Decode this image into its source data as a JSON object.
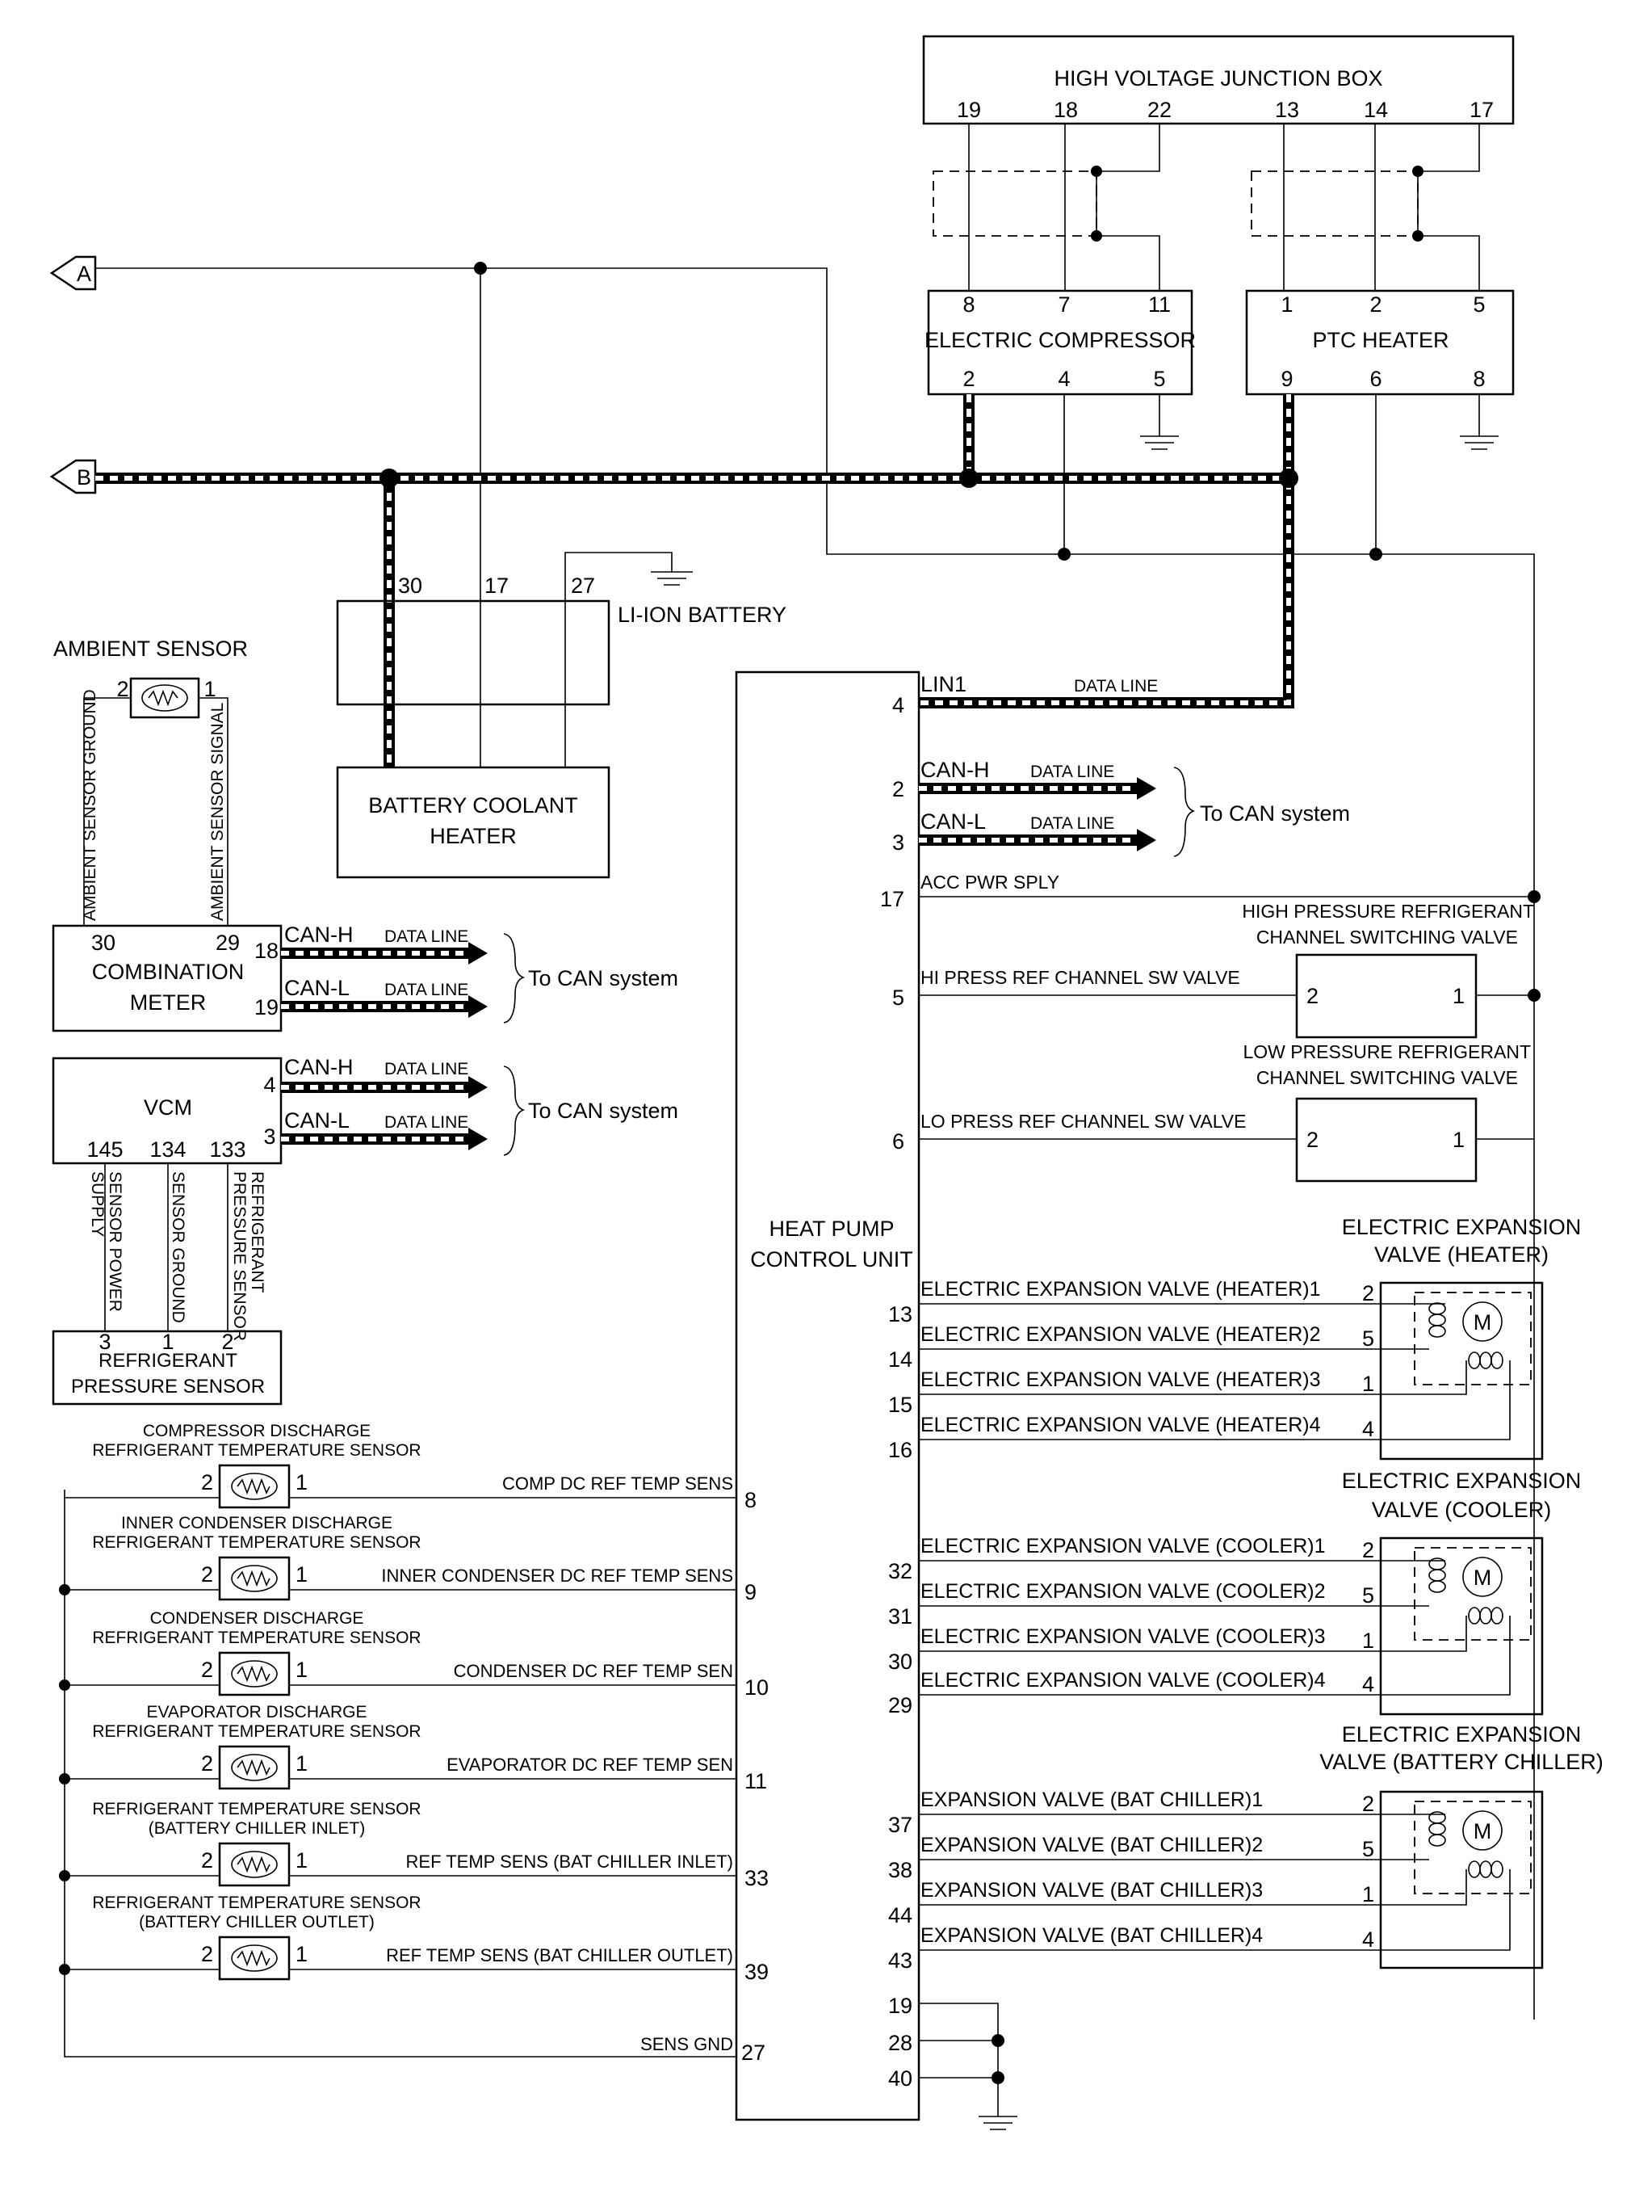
{
  "connectors": {
    "a": "A",
    "b": "B"
  },
  "hvjb": {
    "title": "HIGH VOLTAGE JUNCTION BOX",
    "pins": [
      "19",
      "18",
      "22",
      "13",
      "14",
      "17"
    ]
  },
  "compressor": {
    "title": "ELECTRIC COMPRESSOR",
    "top_pins": [
      "8",
      "7",
      "11"
    ],
    "bottom_pins": [
      "2",
      "4",
      "5"
    ]
  },
  "ptc": {
    "title": "PTC HEATER",
    "top_pins": [
      "1",
      "2",
      "5"
    ],
    "bottom_pins": [
      "9",
      "6",
      "8"
    ]
  },
  "battery": {
    "title": "LI-ION BATTERY",
    "pins": [
      "30",
      "17",
      "27"
    ]
  },
  "bch": {
    "line1": "BATTERY COOLANT",
    "line2": "HEATER"
  },
  "ambient": {
    "title": "AMBIENT SENSOR",
    "pins": [
      "2",
      "1"
    ],
    "wire_ground": "AMBIENT SENSOR GROUND",
    "wire_signal": "AMBIENT SENSOR SIGNAL"
  },
  "meter": {
    "line1": "COMBINATION",
    "line2": "METER",
    "pins": [
      "30",
      "29",
      "18",
      "19"
    ]
  },
  "vcm": {
    "title": "VCM",
    "pins": [
      "4",
      "3",
      "145",
      "134",
      "133"
    ],
    "wire_supply_1": "SENSOR POWER",
    "wire_supply_2": "SUPPLY",
    "wire_ground": "SENSOR GROUND",
    "wire_press_1": "REFRIGERANT",
    "wire_press_2": "PRESSURE SENSOR"
  },
  "rps": {
    "line1": "REFRIGERANT",
    "line2": "PRESSURE SENSOR",
    "pins": [
      "3",
      "1",
      "2"
    ]
  },
  "can": {
    "h": "CAN-H",
    "l": "CAN-L",
    "data_line": "DATA LINE",
    "to_can": "To CAN system"
  },
  "hpcu": {
    "line1": "HEAT PUMP",
    "line2": "CONTROL UNIT"
  },
  "lin": {
    "name": "LIN1",
    "data_line": "DATA LINE",
    "pin": "4"
  },
  "can_pins": {
    "h": "2",
    "l": "3"
  },
  "acc": {
    "name": "ACC PWR SPLY",
    "pin": "17"
  },
  "hp_valve": {
    "title1": "HIGH PRESSURE REFRIGERANT",
    "title2": "CHANNEL SWITCHING VALVE",
    "signal": "HI PRESS REF CHANNEL SW VALVE",
    "pin": "5",
    "pin_a": "2",
    "pin_b": "1"
  },
  "lp_valve": {
    "title1": "LOW PRESSURE REFRIGERANT",
    "title2": "CHANNEL SWITCHING VALVE",
    "signal": "LO PRESS REF CHANNEL SW VALVE",
    "pin": "6",
    "pin_a": "2",
    "pin_b": "1"
  },
  "eev_heater": {
    "title1": "ELECTRIC EXPANSION",
    "title2": "VALVE (HEATER)",
    "signals": [
      "ELECTRIC EXPANSION VALVE (HEATER)1",
      "ELECTRIC EXPANSION VALVE (HEATER)2",
      "ELECTRIC EXPANSION VALVE (HEATER)3",
      "ELECTRIC EXPANSION VALVE (HEATER)4"
    ],
    "unit_pins": [
      "13",
      "14",
      "15",
      "16"
    ],
    "valve_pins": [
      "2",
      "5",
      "1",
      "4"
    ]
  },
  "eev_cooler": {
    "title1": "ELECTRIC EXPANSION",
    "title2": "VALVE (COOLER)",
    "signals": [
      "ELECTRIC EXPANSION VALVE (COOLER)1",
      "ELECTRIC EXPANSION VALVE (COOLER)2",
      "ELECTRIC EXPANSION VALVE (COOLER)3",
      "ELECTRIC EXPANSION VALVE (COOLER)4"
    ],
    "unit_pins": [
      "32",
      "31",
      "30",
      "29"
    ],
    "valve_pins": [
      "2",
      "5",
      "1",
      "4"
    ]
  },
  "eev_chiller": {
    "title1": "ELECTRIC EXPANSION",
    "title2": "VALVE (BATTERY CHILLER)",
    "signals": [
      "EXPANSION VALVE (BAT CHILLER)1",
      "EXPANSION VALVE (BAT CHILLER)2",
      "EXPANSION VALVE (BAT CHILLER)3",
      "EXPANSION VALVE (BAT CHILLER)4"
    ],
    "unit_pins": [
      "37",
      "38",
      "44",
      "43"
    ],
    "valve_pins": [
      "2",
      "5",
      "1",
      "4"
    ]
  },
  "motor_symbol": "M",
  "temp_sensors": [
    {
      "title1": "COMPRESSOR DISCHARGE",
      "title2": "REFRIGERANT TEMPERATURE SENSOR",
      "signal": "COMP DC REF TEMP SENS",
      "pin": "8",
      "pin_a": "2",
      "pin_b": "1"
    },
    {
      "title1": "INNER CONDENSER DISCHARGE",
      "title2": "REFRIGERANT TEMPERATURE SENSOR",
      "signal": "INNER CONDENSER DC REF TEMP SENS",
      "pin": "9",
      "pin_a": "2",
      "pin_b": "1"
    },
    {
      "title1": "CONDENSER DISCHARGE",
      "title2": "REFRIGERANT TEMPERATURE SENSOR",
      "signal": "CONDENSER DC REF TEMP SEN",
      "pin": "10",
      "pin_a": "2",
      "pin_b": "1"
    },
    {
      "title1": "EVAPORATOR DISCHARGE",
      "title2": "REFRIGERANT TEMPERATURE SENSOR",
      "signal": "EVAPORATOR DC REF TEMP SEN",
      "pin": "11",
      "pin_a": "2",
      "pin_b": "1"
    },
    {
      "title1": "REFRIGERANT TEMPERATURE SENSOR",
      "title2": "(BATTERY CHILLER INLET)",
      "signal": "REF TEMP SENS (BAT CHILLER INLET)",
      "pin": "33",
      "pin_a": "2",
      "pin_b": "1"
    },
    {
      "title1": "REFRIGERANT TEMPERATURE SENSOR",
      "title2": "(BATTERY CHILLER OUTLET)",
      "signal": "REF TEMP SENS (BAT CHILLER OUTLET)",
      "pin": "39",
      "pin_a": "2",
      "pin_b": "1"
    }
  ],
  "sens_gnd": {
    "name": "SENS GND",
    "pin": "27"
  },
  "gnd_pins": [
    "19",
    "28",
    "40"
  ]
}
